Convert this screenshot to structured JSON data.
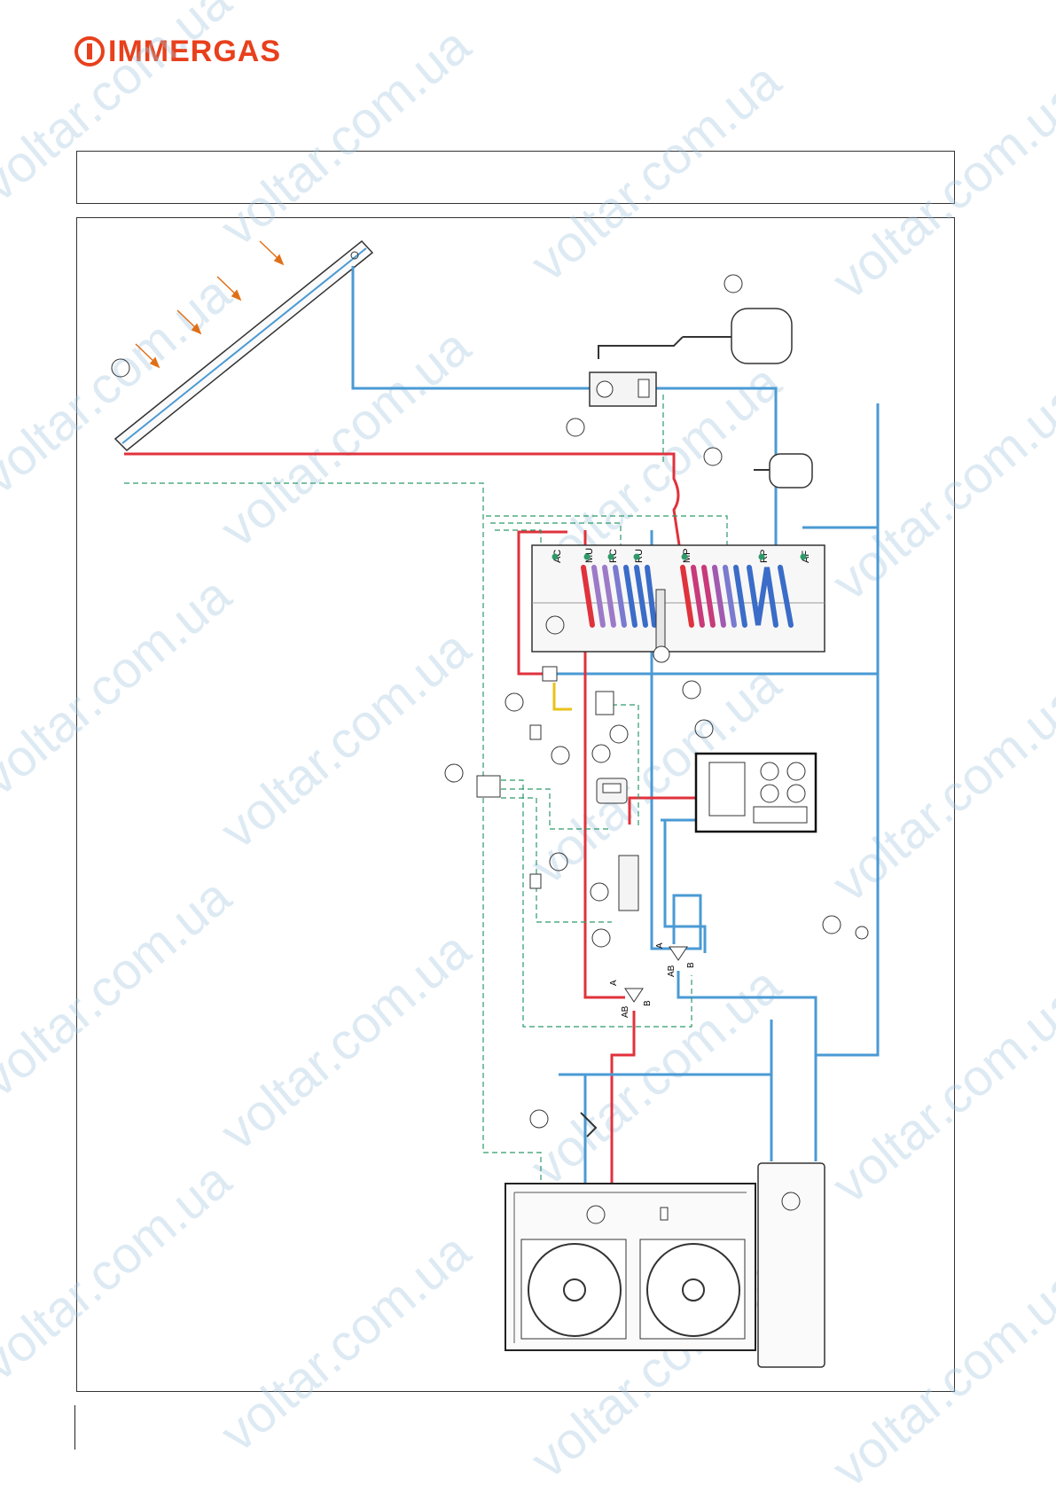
{
  "brand": {
    "name": "IMMERGAS",
    "color": "#e8401c"
  },
  "colors": {
    "hot_pipe": "#e0323c",
    "cold_pipe": "#4a9ad4",
    "control_line": "#2e9a6a",
    "gas_pipe": "#e8c21a",
    "arrow": "#e07018",
    "watermark": "#9fc6dd"
  },
  "storage_tank": {
    "port_labels": [
      "AC",
      "MU",
      "RC",
      "RU",
      "MP",
      "RP",
      "AF"
    ]
  },
  "valves": {
    "valve_1_ports": [
      "A",
      "AB",
      "B"
    ],
    "valve_2_ports": [
      "A",
      "AB",
      "B"
    ]
  },
  "watermark_text": "voltar.com.ua",
  "icons": [
    "solar-collector-icon",
    "expansion-vessel-icon",
    "solar-pump-unit-icon",
    "storage-tank-icon",
    "heat-pump-outdoor-icon",
    "fan-icon",
    "hydronic-module-icon",
    "three-way-valve-icon",
    "mixing-valve-icon",
    "filter-icon",
    "thermostat-icon",
    "sensor-icon",
    "sun-ray-arrow-icon"
  ]
}
